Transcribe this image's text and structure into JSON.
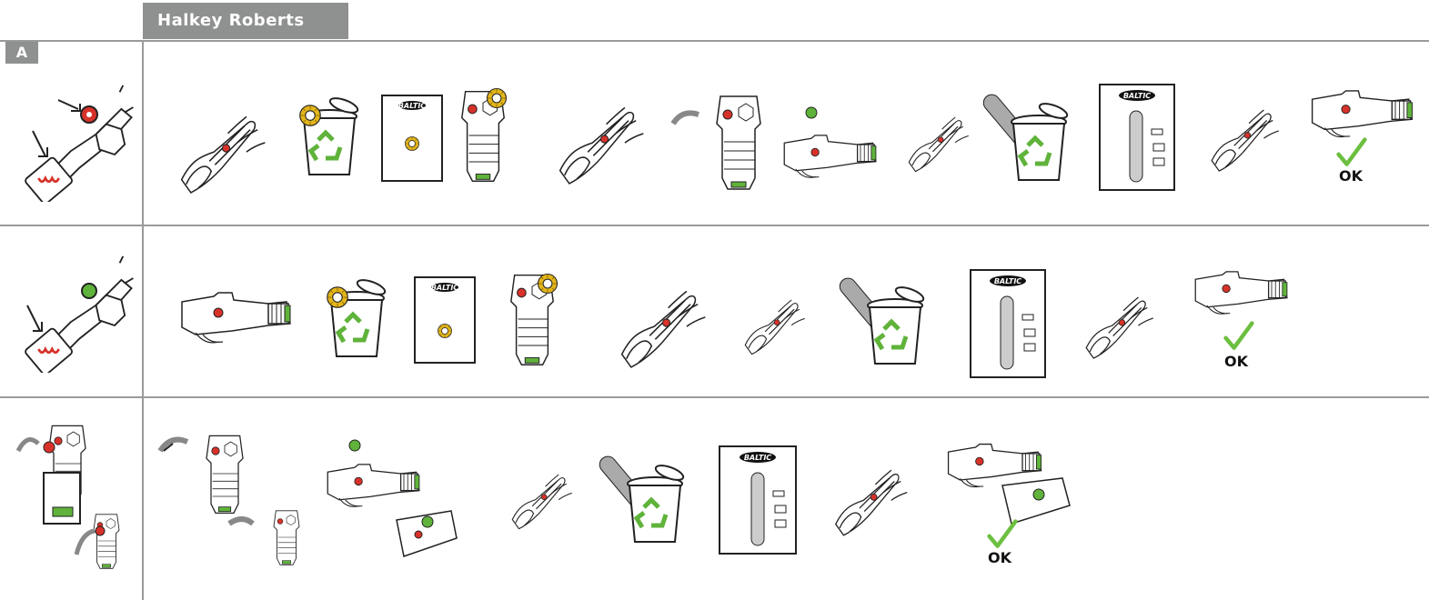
{
  "header": {
    "brand_tab": "Halkey Roberts"
  },
  "sections": [
    {
      "label": "A"
    }
  ],
  "rows": [
    {
      "ok_label": "OK",
      "box_logo": "BALTIC",
      "card_logo": "BALTIC"
    },
    {
      "ok_label": "OK",
      "box_logo": "BALTIC",
      "card_logo": "BALTIC"
    },
    {
      "ok_label": "OK",
      "box_logo": "BALTIC"
    }
  ],
  "colors": {
    "indicator_red": "#d7322a",
    "indicator_green": "#5fb33a",
    "check_green": "#6cbf3f",
    "bin_green": "#5fb33a",
    "gold": "#e2b51a",
    "divider": "#9a9a9a",
    "tab_gray": "#8f9090"
  },
  "icons": [
    "hand-icon",
    "recycle-bin-icon",
    "bobbin-card-icon",
    "cylinder-box-icon",
    "check-icon",
    "arrow-icon",
    "inflator-icon"
  ]
}
